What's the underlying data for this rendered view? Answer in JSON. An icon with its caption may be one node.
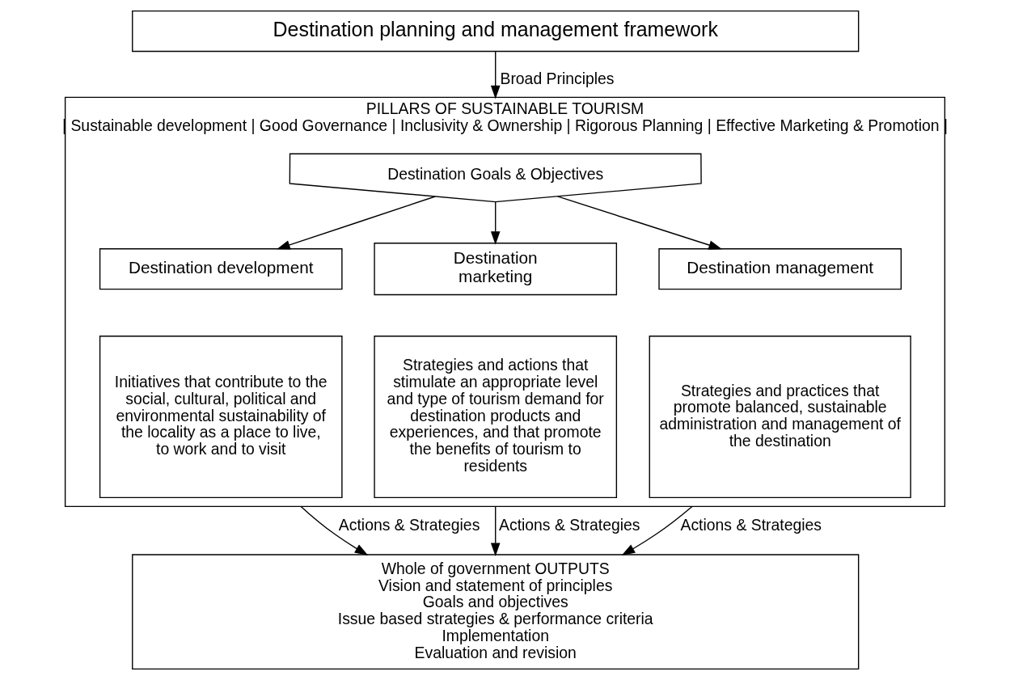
{
  "diagram": {
    "nodes": [
      {
        "text": [
          "Destination planning and management framework"
        ]
      },
      {
        "text": [
          "PILLARS OF SUSTAINABLE TOURISM",
          "| Sustainable development | Good Governance | Inclusivity & Ownership | Rigorous Planning | Effective Marketing & Promotion |"
        ]
      },
      {
        "text": [
          "Destination Goals & Objectives"
        ],
        "in": 1
      },
      {
        "text": [
          "Destination development"
        ],
        "in": 1
      },
      {
        "text": [
          "Initiatives that contribute to the social, cultural, political and environmental sustainability of the locality as a place to live, to work and to visit"
        ],
        "in": 1
      },
      {
        "text": [
          "Destination marketing"
        ],
        "in": 1
      },
      {
        "text": [
          "Strategies and actions that stimulate an appropriate level and type of tourism demand for destination products and experiences, and that promote the benefits of tourism to residents"
        ],
        "in": 1
      },
      {
        "text": [
          "Destination management"
        ],
        "in": 1
      },
      {
        "text": [
          "Strategies and practices that promote balanced, sustainable administration and management of the destination"
        ],
        "in": 1
      },
      {
        "text": [
          "Whole of government OUTPUTS",
          "Vision and statement of principles",
          "Goals and objectives",
          "Issue based strategies & performance criteria",
          "Implementation",
          "Evaluation and revision"
        ]
      }
    ],
    "edges": [
      {
        "from": 0,
        "to": 1,
        "arrow": "to",
        "label": "Broad Principles"
      },
      {
        "from": 2,
        "to": 3,
        "arrow": "to"
      },
      {
        "from": 2,
        "to": 5,
        "arrow": "to"
      },
      {
        "from": 2,
        "to": 7,
        "arrow": "to"
      },
      {
        "from": 1,
        "to": 9,
        "arrow": "to",
        "label": "Actions & Strategies"
      },
      {
        "from": 1,
        "to": 9,
        "arrow": "to",
        "label": "Actions & Strategies"
      },
      {
        "from": 1,
        "to": 9,
        "arrow": "to",
        "label": "Actions & Strategies"
      }
    ]
  }
}
